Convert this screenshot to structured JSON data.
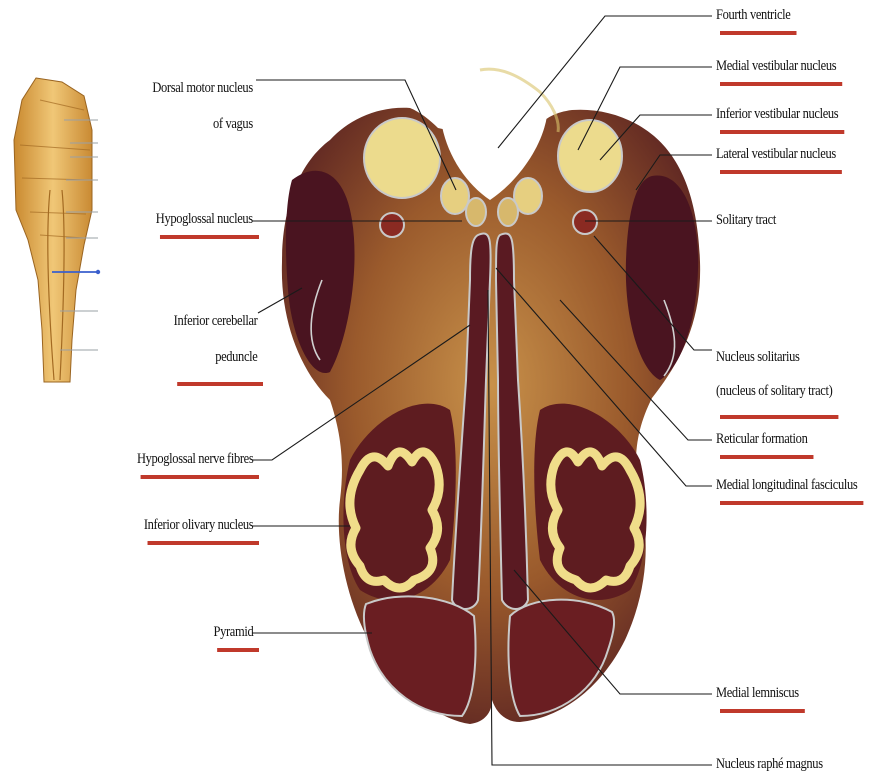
{
  "colors": {
    "underline": "#c0392b",
    "leader": "#1a1a1a",
    "tissue_dark": "#5a1a1e",
    "tissue_mid": "#a3682e",
    "tissue_light": "#efd98a"
  },
  "labels_left": [
    {
      "id": "dorsal-motor-nucleus-of-vagus",
      "lines": [
        "Dorsal motor nucleus",
        "of vagus"
      ],
      "underlined": false
    },
    {
      "id": "hypoglossal-nucleus",
      "lines": [
        "Hypoglossal nucleus"
      ],
      "underlined": true
    },
    {
      "id": "inferior-cerebellar-peduncle",
      "lines": [
        "Inferior cerebellar",
        "peduncle"
      ],
      "underlined": true
    },
    {
      "id": "hypoglossal-nerve-fibres",
      "lines": [
        "Hypoglossal nerve fibres"
      ],
      "underlined": true
    },
    {
      "id": "inferior-olivary-nucleus",
      "lines": [
        "Inferior olivary nucleus"
      ],
      "underlined": true
    },
    {
      "id": "pyramid",
      "lines": [
        "Pyramid"
      ],
      "underlined": true
    }
  ],
  "labels_right": [
    {
      "id": "fourth-ventricle",
      "lines": [
        "Fourth ventricle"
      ],
      "underlined": true
    },
    {
      "id": "medial-vestibular-nucleus",
      "lines": [
        "Medial vestibular nucleus"
      ],
      "underlined": true
    },
    {
      "id": "inferior-vestibular-nucleus",
      "lines": [
        "Inferior vestibular nucleus"
      ],
      "underlined": true
    },
    {
      "id": "lateral-vestibular-nucleus",
      "lines": [
        "Lateral vestibular nucleus"
      ],
      "underlined": true
    },
    {
      "id": "solitary-tract",
      "lines": [
        "Solitary tract"
      ],
      "underlined": false
    },
    {
      "id": "nucleus-solitarius",
      "lines": [
        "Nucleus solitarius",
        "(nucleus of solitary tract)"
      ],
      "underlined": true
    },
    {
      "id": "reticular-formation",
      "lines": [
        "Reticular formation"
      ],
      "underlined": true
    },
    {
      "id": "medial-longitudinal-fasciculus",
      "lines": [
        "Medial longitudinal fasciculus"
      ],
      "underlined": true
    },
    {
      "id": "medial-lemniscus",
      "lines": [
        "Medial lemniscus"
      ],
      "underlined": true
    },
    {
      "id": "nucleus-raphe-magnus",
      "lines": [
        "Nucleus raphé magnus"
      ],
      "underlined": false
    }
  ],
  "inset": {
    "description_icon": "brainstem-thumbnail-icon",
    "pointer_color": "#3a5fcd"
  }
}
